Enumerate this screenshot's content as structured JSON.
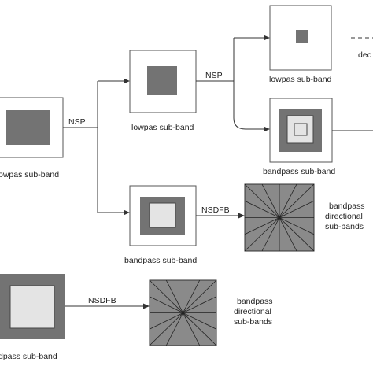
{
  "labels": {
    "nsp_left": "NSP",
    "nsp_top": "NSP",
    "nsdfb_mid": "NSDFB",
    "nsdfb_bottom": "NSDFB",
    "lowpass_input": "owpas sub-band",
    "lowpass_level1": "lowpas sub-band",
    "lowpass_level2": "lowpas sub-band",
    "bandpass_level2": "bandpass sub-band",
    "bandpass_level1": "bandpass sub-band",
    "bandpass_bottom": "dpass sub-band",
    "directional_mid": [
      "bandpass",
      "directional",
      "sub-bands"
    ],
    "directional_bottom": [
      "bandpass",
      "directional",
      "sub-bands"
    ],
    "legend_text": "dec"
  },
  "colors": {
    "dark_fill": "#737373",
    "light_fill": "#e4e4e4",
    "fan_fill": "#8a8a8a",
    "stroke": "#333333"
  }
}
